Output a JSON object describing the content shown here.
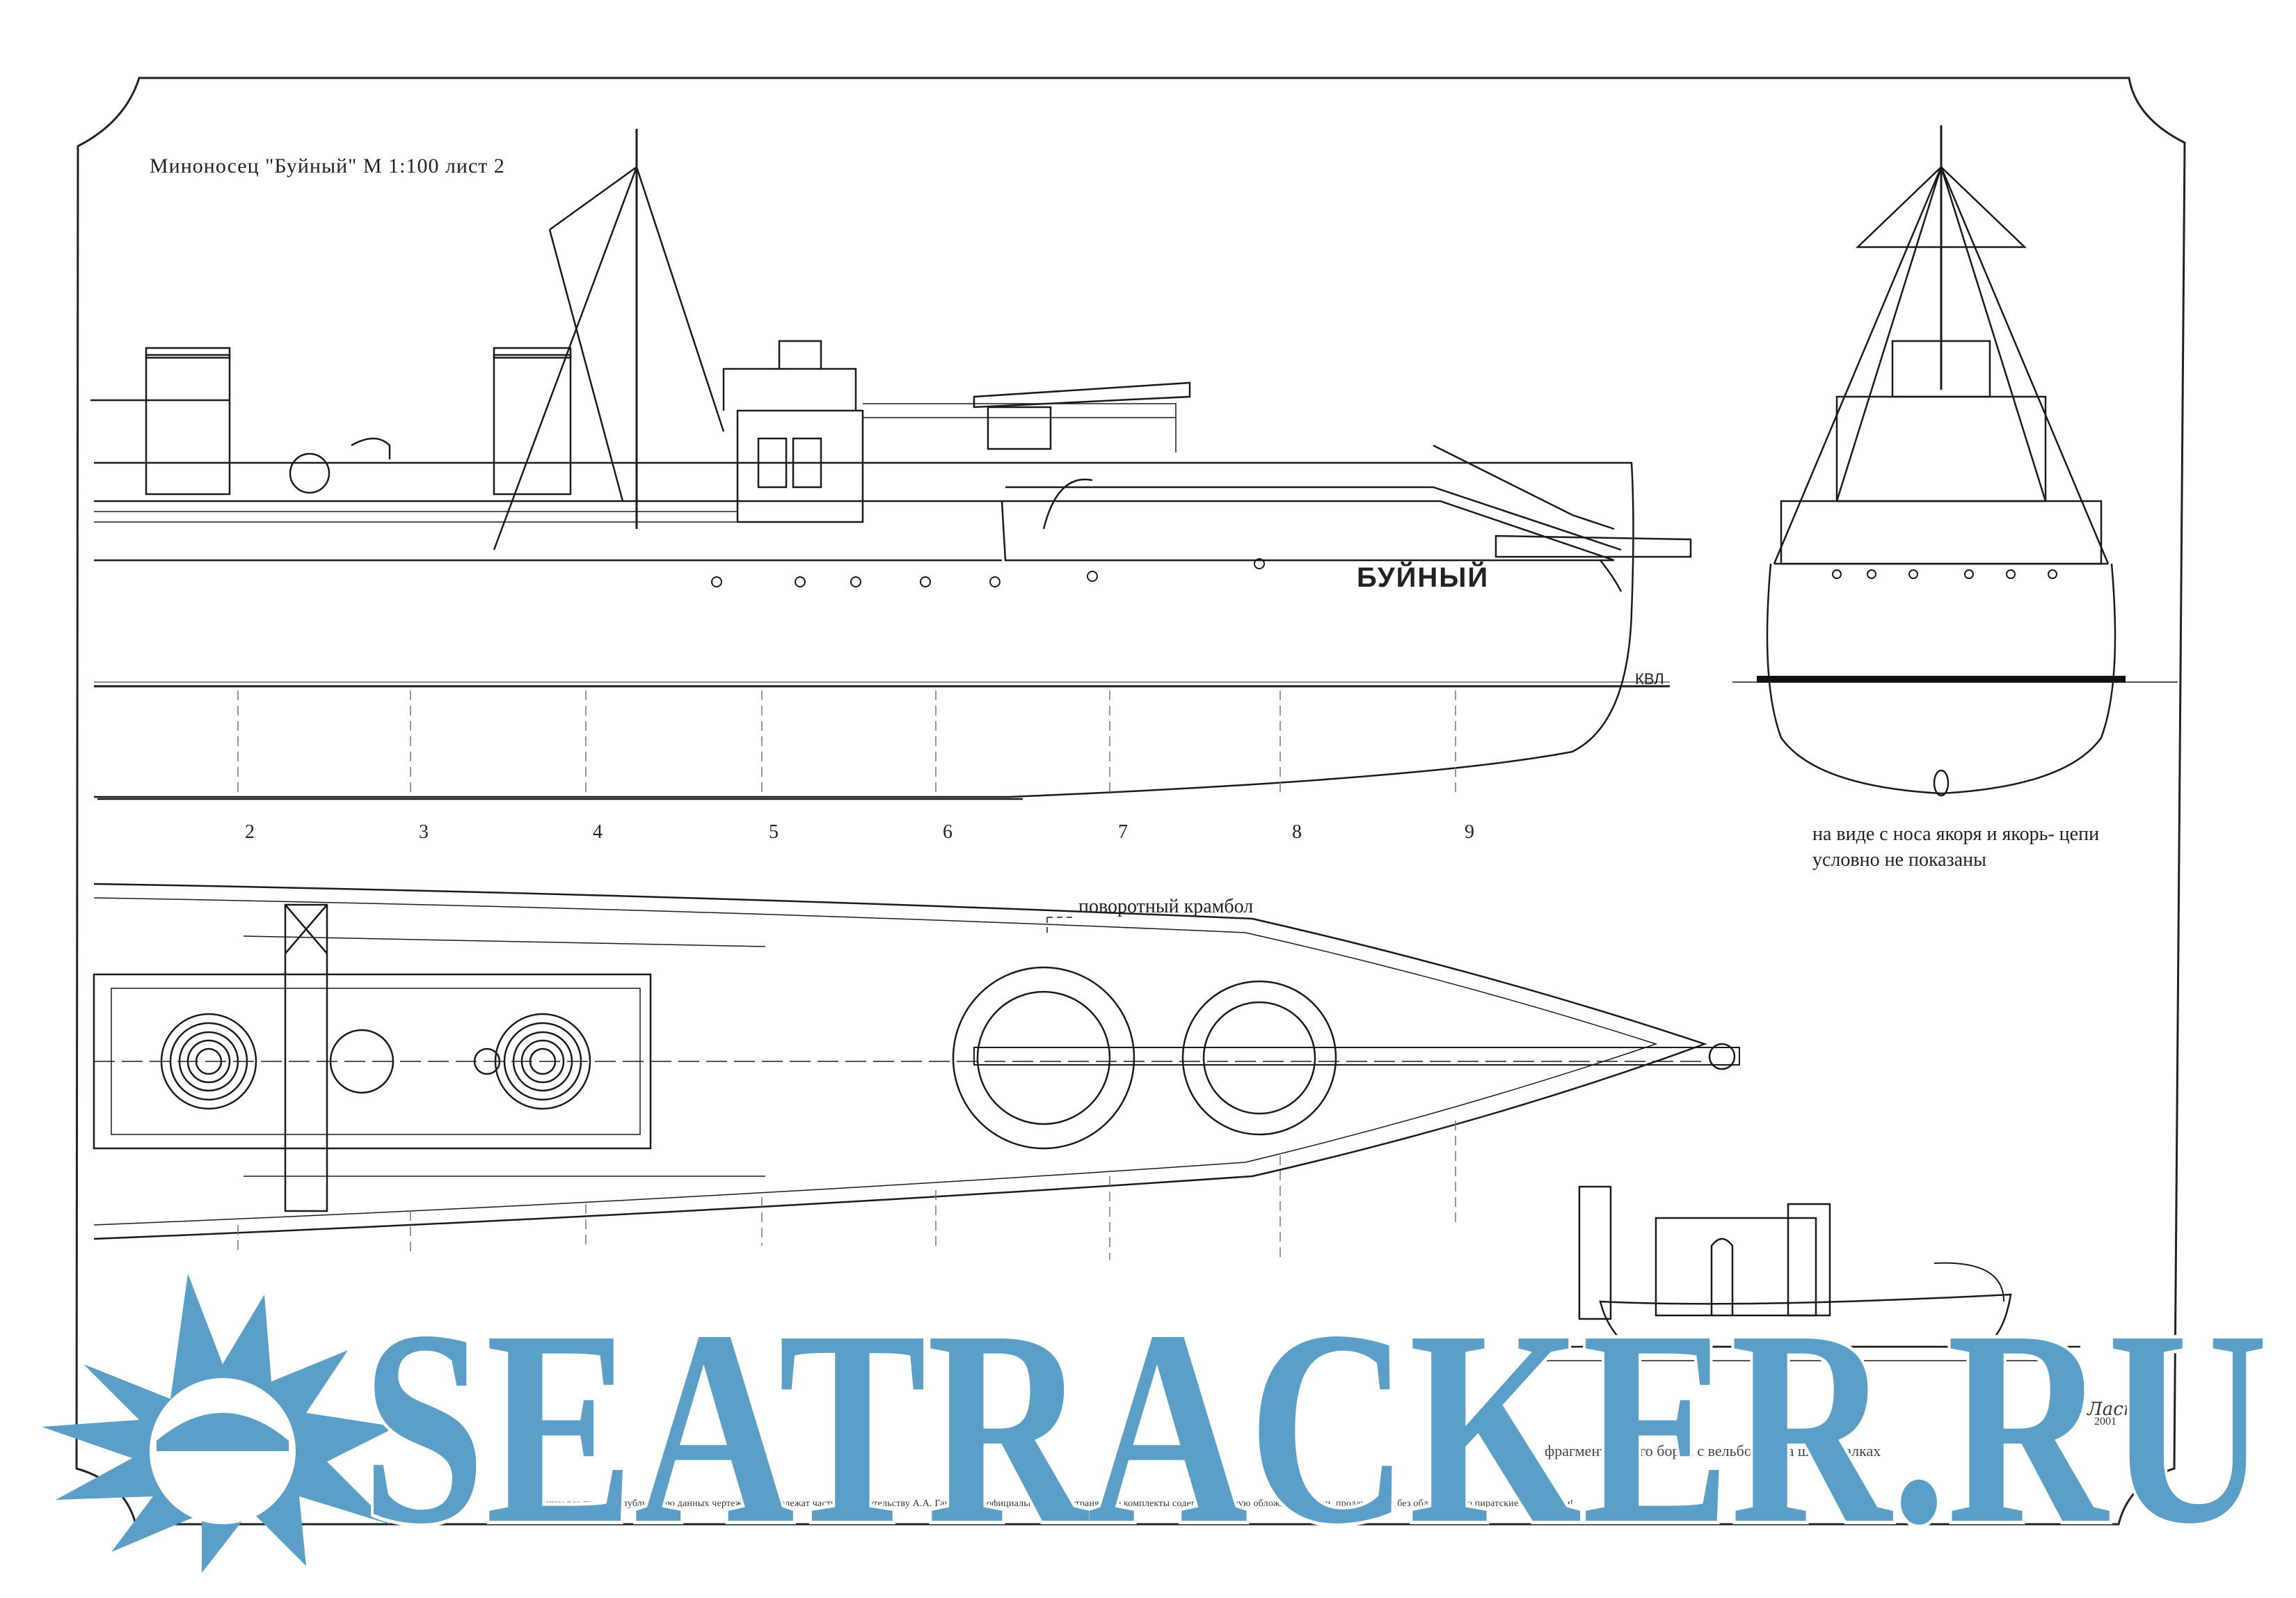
{
  "title": "Миноносец \"Буйный\" М 1:100  лист 2",
  "ship_name": "БУЙНЫЙ",
  "waterline_label": "КВЛ",
  "frame_numbers": [
    "2",
    "3",
    "4",
    "5",
    "6",
    "7",
    "8",
    "9"
  ],
  "bow_view_note": [
    "на виде с носа якоря и якорь- цепи",
    "условно не показаны"
  ],
  "deck_plan_label": "поворотный крамбол",
  "boat_fragment_caption": "фрагмент левого борта с вельботом на шлюпбалках",
  "copyright_notice": "Внимание: все права на публикацию данных чертежей принадлежат частному издательству А.А. Гармашева, официально распространяемые комплекты содержат цветную обложку. Чертежи, продающиеся без обложки - это пиратские ксерокопии!",
  "signature": "Ласков",
  "signature_year": "2001",
  "signature_copyright": "©",
  "watermark": "SEATRACKER.RU",
  "colors": {
    "line": "#1a1a1a",
    "watermark": "#5b9fc9",
    "paper": "#ffffff"
  }
}
